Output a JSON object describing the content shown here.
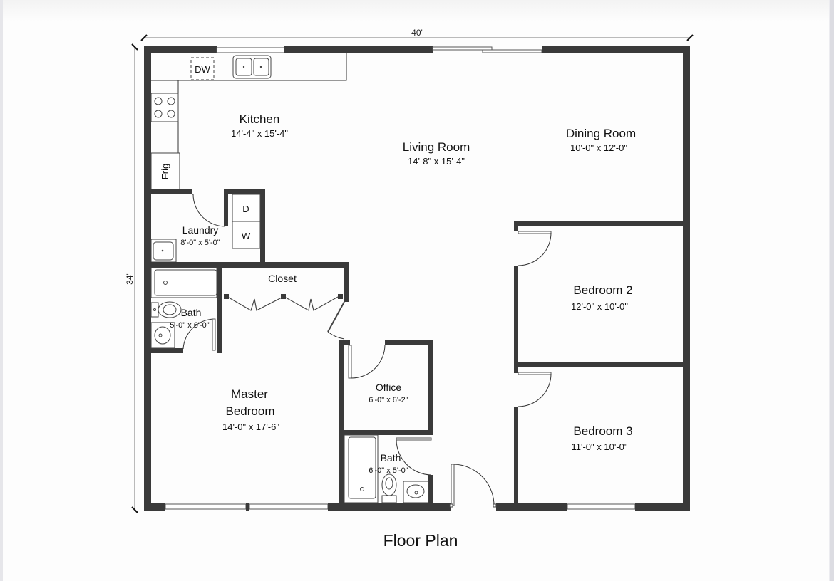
{
  "title": "Floor Plan",
  "overall_dimensions": {
    "width": "40'",
    "depth": "34'"
  },
  "colors": {
    "wall": "#3a3a3a",
    "background": "#fdfdfd",
    "line": "#333333"
  },
  "rooms": {
    "kitchen": {
      "name": "Kitchen",
      "dims": "14'-4\" x 15'-4\""
    },
    "living_room": {
      "name": "Living Room",
      "dims": "14'-8\" x 15'-4\""
    },
    "dining_room": {
      "name": "Dining Room",
      "dims": "10'-0\" x 12'-0\""
    },
    "laundry": {
      "name": "Laundry",
      "dims": "8'-0\" x 5'-0\""
    },
    "closet": {
      "name": "Closet"
    },
    "bath_master": {
      "name": "Bath",
      "dims": "5'-0\" x 6'-0\""
    },
    "master_bedroom": {
      "name_line1": "Master",
      "name_line2": "Bedroom",
      "dims": "14'-0\" x 17'-6\""
    },
    "office": {
      "name": "Office",
      "dims": "6'-0\" x 6'-2\""
    },
    "bath_hall": {
      "name": "Bath",
      "dims": "6'-0\" x 5'-0\""
    },
    "bedroom_2": {
      "name": "Bedroom 2",
      "dims": "12'-0\" x 10'-0\""
    },
    "bedroom_3": {
      "name": "Bedroom 3",
      "dims": "11'-0\" x 10'-0\""
    }
  },
  "fixtures": {
    "dishwasher": "DW",
    "fridge": "Frig",
    "dryer": "D",
    "washer": "W"
  }
}
